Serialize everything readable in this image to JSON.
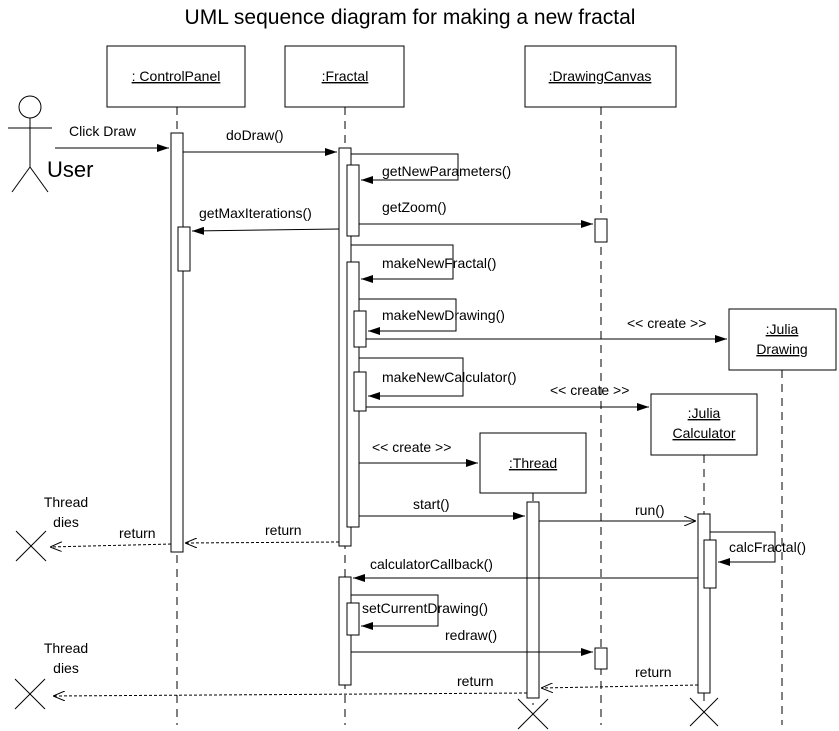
{
  "title": "UML sequence diagram for making a new fractal",
  "actor": {
    "name": "User"
  },
  "participants": {
    "control_panel": ": ControlPanel",
    "fractal": ":Fractal",
    "drawing_canvas": ":DrawingCanvas",
    "julia_drawing": [
      ":Julia",
      "Drawing"
    ],
    "julia_calculator": [
      ":Julia",
      "Calculator"
    ],
    "thread": ":Thread"
  },
  "messages": {
    "click_draw": "Click Draw",
    "do_draw": "doDraw()",
    "get_new_parameters": "getNewParameters()",
    "get_zoom": "getZoom()",
    "get_max_iterations": "getMaxIterations()",
    "make_new_fractal": "makeNewFractal()",
    "make_new_drawing": "makeNewDrawing()",
    "create_drawing": "<< create >>",
    "make_new_calculator": "makeNewCalculator()",
    "create_calculator": "<< create >>",
    "create_thread": "<< create >>",
    "start": "start()",
    "run": "run()",
    "return_fractal": "return",
    "return_control": "return",
    "calc_fractal": "calcFractal()",
    "calculator_callback": "calculatorCallback()",
    "set_current_drawing": "setCurrentDrawing()",
    "redraw": "redraw()",
    "return_calculator": "return",
    "return_thread": "return"
  },
  "notes": {
    "thread_dies_1": [
      "Thread",
      "dies"
    ],
    "thread_dies_2": [
      "Thread",
      "dies"
    ]
  }
}
